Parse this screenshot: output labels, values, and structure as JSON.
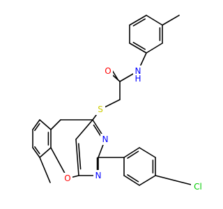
{
  "molecule": {
    "atoms": [
      {
        "id": "N_amide",
        "symbol": "N",
        "hydrogen": "H",
        "color": "#0000ff"
      },
      {
        "id": "O_carbonyl",
        "symbol": "O",
        "color": "#ff0000"
      },
      {
        "id": "S_thioether",
        "symbol": "S",
        "color": "#cccc00"
      },
      {
        "id": "N_pyrimidine_a",
        "symbol": "N",
        "color": "#0000ff"
      },
      {
        "id": "N_pyrimidine_b",
        "symbol": "N",
        "color": "#0000ff"
      },
      {
        "id": "O_pyran",
        "symbol": "O",
        "color": "#ff0000"
      },
      {
        "id": "Cl",
        "symbol": "Cl",
        "color": "#00cc00"
      }
    ],
    "bond_color": "#000000"
  }
}
